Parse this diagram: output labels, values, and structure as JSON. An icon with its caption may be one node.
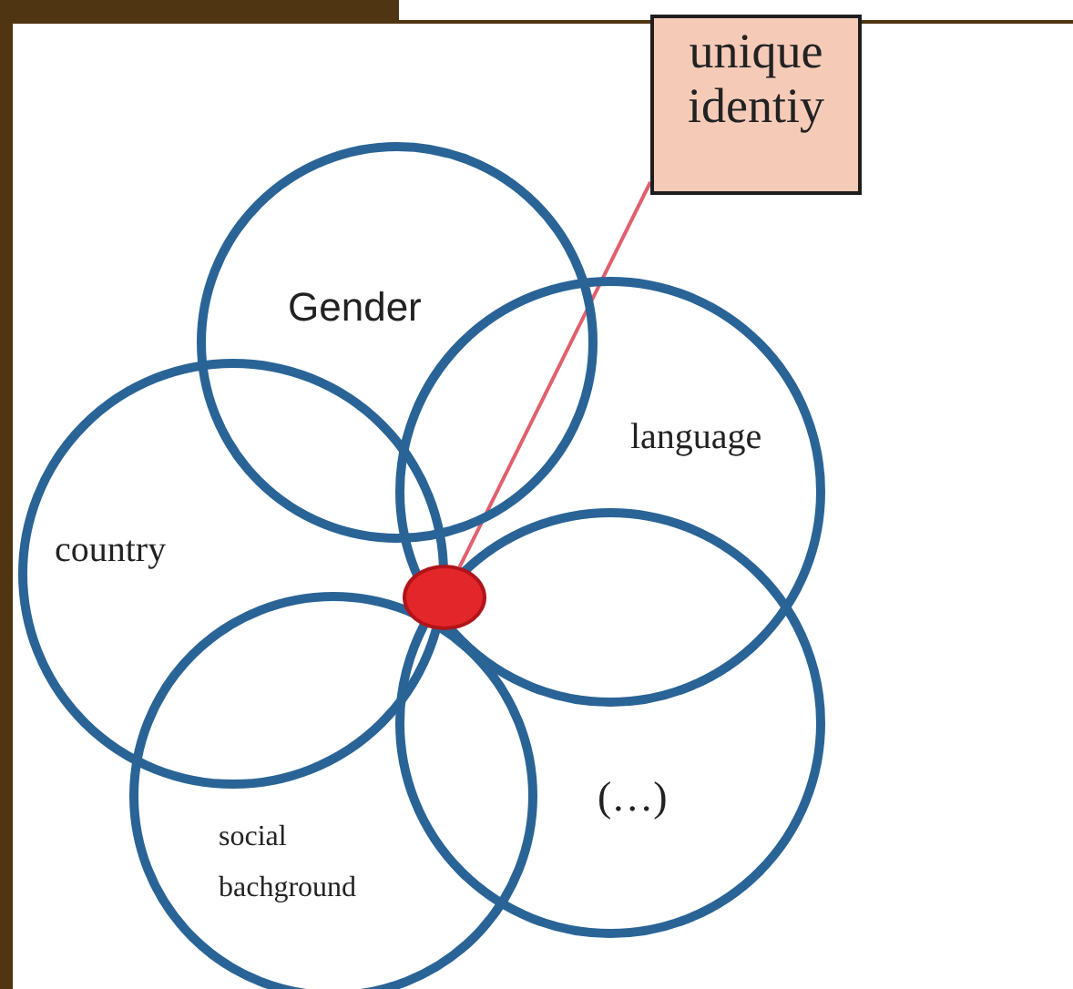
{
  "diagram": {
    "nodes": [
      {
        "text": [
          "Gender"
        ]
      },
      {
        "text": [
          "language"
        ]
      },
      {
        "text": [
          "country"
        ]
      },
      {
        "text": [
          "social bachground"
        ]
      },
      {
        "text": [
          "(…)"
        ]
      },
      {
        "text": [],
        "shape": "circle"
      },
      {
        "text": [
          "unique identiy"
        ]
      }
    ],
    "edges": [
      {
        "from": 6,
        "to": 5,
        "arrow": "none",
        "color": "#e0606e"
      }
    ]
  }
}
